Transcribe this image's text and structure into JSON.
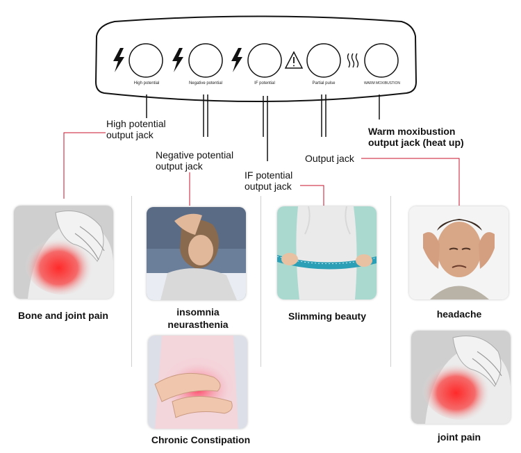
{
  "panel": {
    "jacks": [
      {
        "label": "High potential",
        "icon": "lightning-icon"
      },
      {
        "label": "Negative potential",
        "icon": "lightning-icon"
      },
      {
        "label": "IF potential",
        "icon": "lightning-icon"
      },
      {
        "label": "Partial pulse",
        "icon": "warning-triangle-icon"
      },
      {
        "label": "WARM MOXIBUSTION",
        "icon": "heat-waves-icon"
      }
    ]
  },
  "callouts": {
    "high_potential": {
      "line1": "High potential",
      "line2": "output jack"
    },
    "negative_potential": {
      "line1": "Negative potential",
      "line2": "output jack"
    },
    "if_potential": {
      "line1": "IF potential",
      "line2": "output jack"
    },
    "output_jack": "Output jack",
    "warm_moxibustion": {
      "line1": "Warm moxibustion",
      "line2": "output jack (heat up)"
    }
  },
  "applications": {
    "bone_joint_pain": "Bone and joint pain",
    "insomnia": {
      "line1": "insomnia",
      "line2": "neurasthenia"
    },
    "chronic_constipation": "Chronic Constipation",
    "slimming_beauty": "Slimming beauty",
    "headache": "headache",
    "joint_pain": "joint pain"
  },
  "colors": {
    "leader_line": "#c8102e",
    "panel_stroke": "#111111"
  }
}
